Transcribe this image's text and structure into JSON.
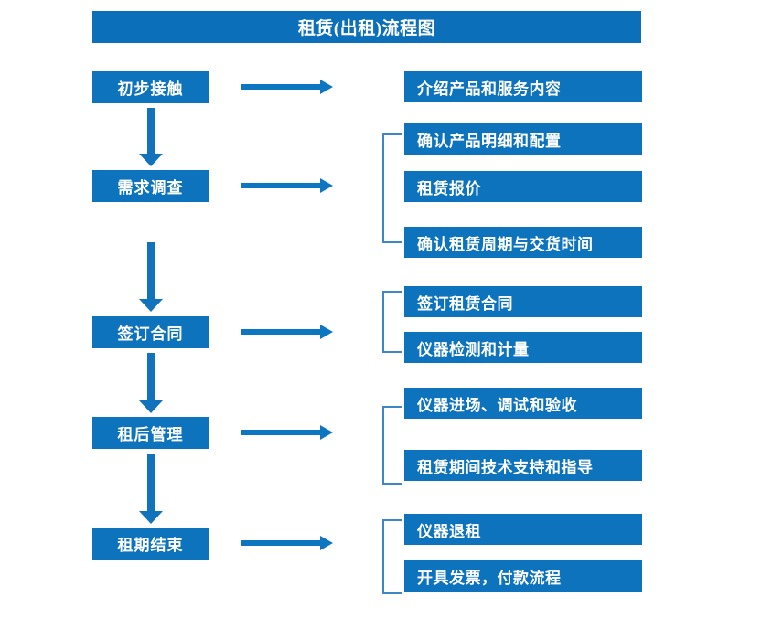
{
  "title": "租赁(出租)流程图",
  "colors": {
    "title_bar": "#0c6fba",
    "box": "#0e73bd",
    "vertical_arrow": "#1273bd",
    "horizontal_arrow": "#0d76c0",
    "bracket": "#3f87c4",
    "text": "#ffffff",
    "background": "#ffffff"
  },
  "stages": [
    {
      "id": "initial-contact",
      "label": "初步接触"
    },
    {
      "id": "needs-survey",
      "label": "需求调查"
    },
    {
      "id": "sign-contract",
      "label": "签订合同"
    },
    {
      "id": "post-rent-manage",
      "label": "租后管理"
    },
    {
      "id": "lease-end",
      "label": "租期结束"
    }
  ],
  "details": [
    {
      "id": "intro-products",
      "label": "介绍产品和服务内容",
      "group": 1
    },
    {
      "id": "confirm-spec",
      "label": "确认产品明细和配置",
      "group": 2
    },
    {
      "id": "rental-quote",
      "label": "租赁报价",
      "group": 2
    },
    {
      "id": "confirm-term",
      "label": "确认租赁周期与交货时间",
      "group": 2
    },
    {
      "id": "sign-rental-contract",
      "label": "签订租赁合同",
      "group": 3
    },
    {
      "id": "inspect-meter",
      "label": "仪器检测和计量",
      "group": 3
    },
    {
      "id": "instrument-entry",
      "label": "仪器进场、调试和验收",
      "group": 4
    },
    {
      "id": "tech-support",
      "label": "租赁期间技术支持和指导",
      "group": 4
    },
    {
      "id": "return-instrument",
      "label": "仪器退租",
      "group": 5
    },
    {
      "id": "invoice-payment",
      "label": "开具发票，付款流程",
      "group": 5
    }
  ]
}
